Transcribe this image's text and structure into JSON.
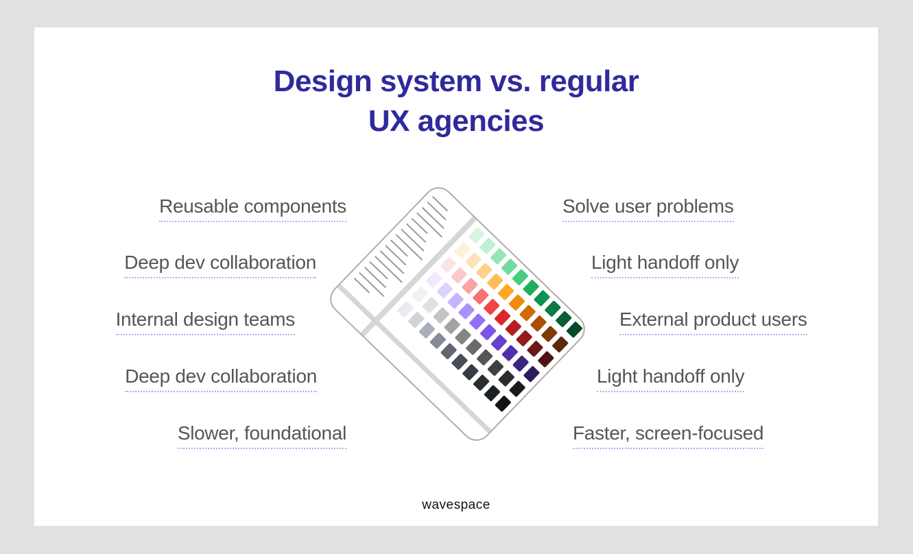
{
  "title_line1": "Design system vs. regular",
  "title_line2": "UX agencies",
  "left_items": [
    "Reusable components",
    "Deep dev collaboration",
    "Internal design teams",
    "Deep dev collaboration",
    "Slower, foundational"
  ],
  "right_items": [
    "Solve user problems",
    "Light handoff only",
    "External product users",
    "Light handoff only",
    "Faster, screen-focused"
  ],
  "brand": "wavespace",
  "colors": {
    "title": "#2f2a9c",
    "text": "#555555",
    "underline": "#b9a8f0"
  },
  "swatch_palettes": [
    [
      "#d8f5e3",
      "#bff0d2",
      "#95e6b6",
      "#6fdc9c",
      "#45cc7f",
      "#1fae5d",
      "#0d9450",
      "#0a7a42",
      "#075f33",
      "#054a28"
    ],
    [
      "#fff0dc",
      "#ffe2b5",
      "#ffd088",
      "#ffbd55",
      "#ffa724",
      "#f08c0a",
      "#cf6a07",
      "#a94f08",
      "#7f3a0a",
      "#5a2a0a"
    ],
    [
      "#fde4e4",
      "#fcc9c9",
      "#f9a3a3",
      "#f57373",
      "#ef4545",
      "#d92727",
      "#b81e1e",
      "#931b1b",
      "#6e1717",
      "#4e1212"
    ],
    [
      "#efe8ff",
      "#ded1ff",
      "#c7b3ff",
      "#ad90ff",
      "#9470f5",
      "#7c55e6",
      "#6540cc",
      "#4f30a8",
      "#3b2482",
      "#2a1a5e"
    ],
    [
      "#f1f1f1",
      "#e0e0e0",
      "#c4c4c4",
      "#a3a3a3",
      "#858585",
      "#6a6a6a",
      "#555555",
      "#404040",
      "#2c2c2c",
      "#1a1a1a"
    ],
    [
      "#e9ebef",
      "#cfd3da",
      "#a9b0bb",
      "#838b98",
      "#5f6773",
      "#474e59",
      "#363c45",
      "#282d34",
      "#1c1f24",
      "#111316"
    ]
  ]
}
